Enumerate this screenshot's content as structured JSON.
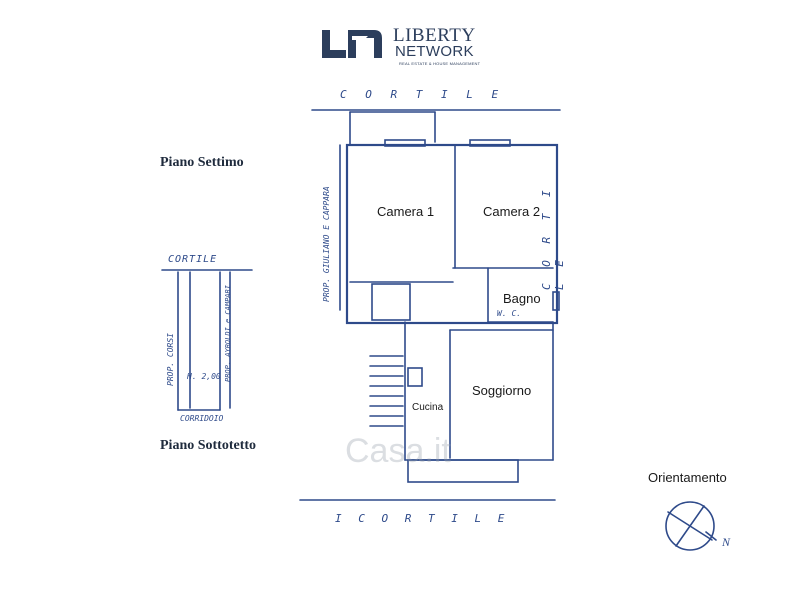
{
  "brand": {
    "name_line1": "LIBERTY",
    "name_line2": "NETWORK",
    "tagline": "REAL ESTATE & HOUSE MANAGEMENT",
    "color": "#2c3e5c"
  },
  "floors": {
    "main_title": "Piano Settimo",
    "attic_title": "Piano Sottotetto"
  },
  "rooms": {
    "camera1": "Camera 1",
    "camera2": "Camera 2",
    "bagno": "Bagno",
    "soggiorno": "Soggiorno",
    "cucina": "Cucina"
  },
  "handwritten": {
    "cortile_top": "C O R T I L E",
    "cortile_bottom": "I   C O R T I L E",
    "cortile_right": "C O R T I L E",
    "cortile_attic": "CORTILE",
    "prop_left": "PROP. GIULIANO E CAPPARA",
    "prop_corsi": "PROP. CORSI",
    "prop_attic_right": "PROP. AYROLDI e CAMPARI",
    "corridoio": "CORRIDOIO",
    "height": "H. 2,00",
    "wc": "W. C."
  },
  "orientation": {
    "label": "Orientamento",
    "north": "N"
  },
  "watermark": "Casa.it",
  "plan_line_color": "#2e4a8a"
}
